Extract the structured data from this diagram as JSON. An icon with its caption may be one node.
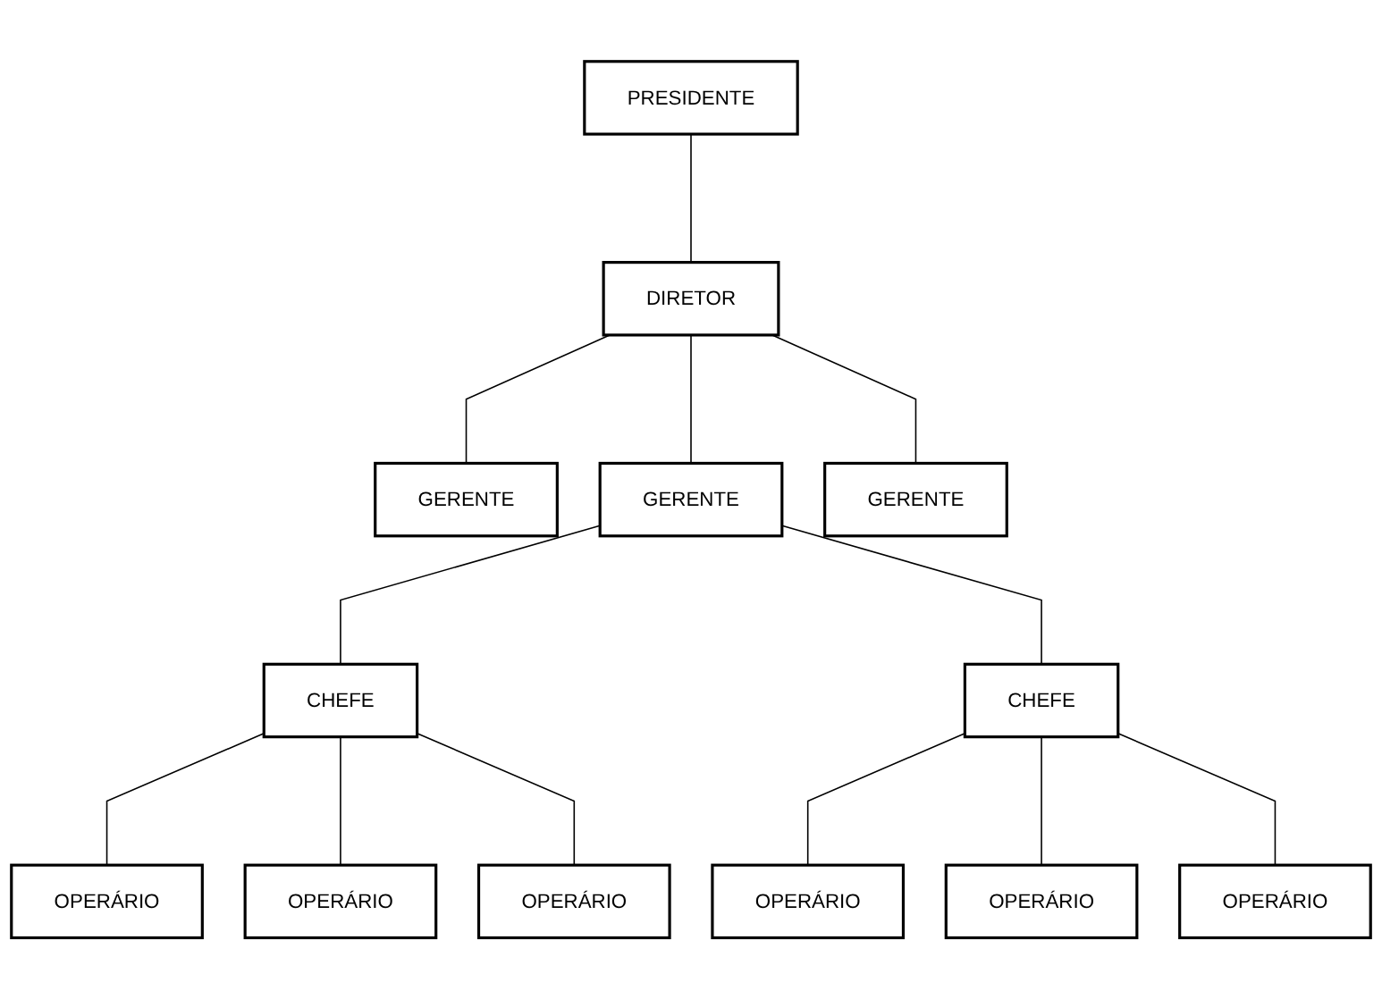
{
  "diagram": {
    "nodes": [
      {
        "text": [
          "PRESIDENTE"
        ]
      },
      {
        "text": [
          "DIRETOR"
        ]
      },
      {
        "text": [
          "GERENTE"
        ]
      },
      {
        "text": [
          "GERENTE"
        ]
      },
      {
        "text": [
          "GERENTE"
        ]
      },
      {
        "text": [
          "CHEFE"
        ]
      },
      {
        "text": [
          "CHEFE"
        ]
      },
      {
        "text": [
          "OPERÁRIO"
        ]
      },
      {
        "text": [
          "OPERÁRIO"
        ]
      },
      {
        "text": [
          "OPERÁRIO"
        ]
      },
      {
        "text": [
          "OPERÁRIO"
        ]
      },
      {
        "text": [
          "OPERÁRIO"
        ]
      },
      {
        "text": [
          "OPERÁRIO"
        ]
      }
    ],
    "edges": [
      {
        "from": 0,
        "to": 1,
        "arrow": "none"
      },
      {
        "from": 1,
        "to": 2,
        "arrow": "none"
      },
      {
        "from": 1,
        "to": 3,
        "arrow": "none"
      },
      {
        "from": 1,
        "to": 4,
        "arrow": "none"
      },
      {
        "from": 3,
        "to": 5,
        "arrow": "none"
      },
      {
        "from": 3,
        "to": 6,
        "arrow": "none"
      },
      {
        "from": 5,
        "to": 7,
        "arrow": "none"
      },
      {
        "from": 5,
        "to": 8,
        "arrow": "none"
      },
      {
        "from": 5,
        "to": 9,
        "arrow": "none"
      },
      {
        "from": 6,
        "to": 10,
        "arrow": "none"
      },
      {
        "from": 6,
        "to": 11,
        "arrow": "none"
      },
      {
        "from": 6,
        "to": 12,
        "arrow": "none"
      }
    ]
  }
}
